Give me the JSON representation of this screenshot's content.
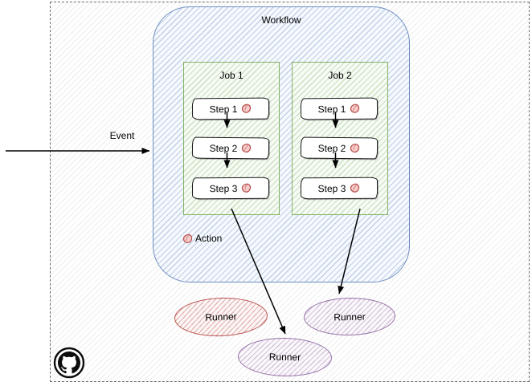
{
  "diagram": {
    "workflow": {
      "label": "Workflow"
    },
    "jobs": [
      {
        "label": "Job 1",
        "steps": [
          {
            "label": "Step 1"
          },
          {
            "label": "Step 2"
          },
          {
            "label": "Step 3"
          }
        ]
      },
      {
        "label": "Job 2",
        "steps": [
          {
            "label": "Step 1"
          },
          {
            "label": "Step 2"
          },
          {
            "label": "Step 3"
          }
        ]
      }
    ],
    "event": {
      "label": "Event"
    },
    "legend": {
      "action_label": "Action"
    },
    "runners": [
      {
        "label": "Runner",
        "color": "#b85450"
      },
      {
        "label": "Runner",
        "color": "#9673a6"
      },
      {
        "label": "Runner",
        "color": "#9673a6"
      }
    ],
    "icons": {
      "action": "red-sketched-circle",
      "github": "github-mark-in-ring"
    },
    "colors": {
      "workflow_border": "#6c8ebf",
      "workflow_fill": "#dae8fc",
      "job_border": "#82b366",
      "job_fill": "#d5e8d4",
      "step_border": "#000000",
      "step_fill": "#ffffff",
      "runner_red_border": "#b85450",
      "runner_red_fill": "#f8cecc",
      "runner_purple_border": "#9673a6",
      "runner_purple_fill": "#e1d5e7",
      "outer_border": "#6e6e6e",
      "arrow": "#000000"
    }
  }
}
